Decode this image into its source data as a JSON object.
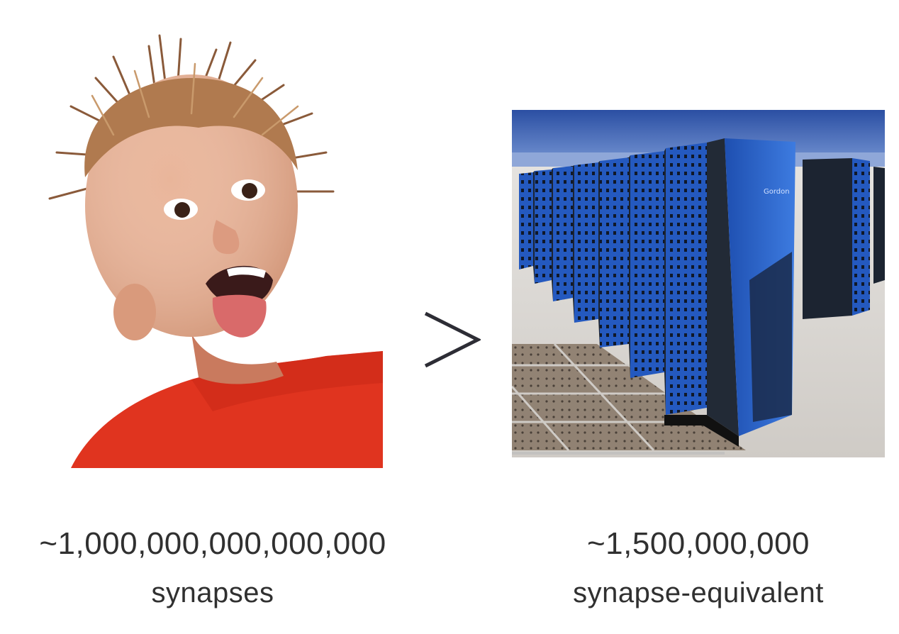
{
  "left": {
    "picture": "excited-child-photo",
    "amount": "~1,000,000,000,000,000",
    "unit": "synapses"
  },
  "operator": "greater-than-sign",
  "right": {
    "picture": "supercomputer-racks-photo",
    "amount": "~1,500,000,000",
    "unit": "synapse-equivalent"
  },
  "colors": {
    "text": "#303030",
    "shirt": "#e0341f",
    "rack_blue": "#2a63c9",
    "rack_dark": "#1c2431",
    "floor": "#d9d6d2"
  }
}
